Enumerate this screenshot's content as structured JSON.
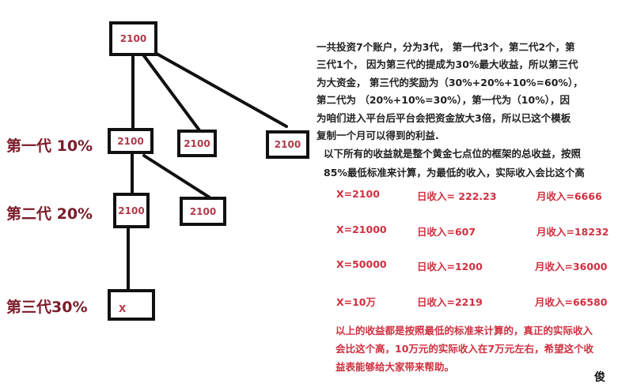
{
  "tree": {
    "root": "2100",
    "gen1": [
      "2100",
      "2100",
      "2100"
    ],
    "gen2": [
      "2100",
      "2100"
    ],
    "gen3": [
      "X"
    ]
  },
  "generation_labels": [
    "第一代 10%",
    "第二代 20%",
    "第三代30%"
  ],
  "intro_lines": [
    "一共投资7个账户，分为3代， 第一代3个，第二代2个，第",
    "三代1个， 因为第三代的提成为30%最大收益，所以第三代",
    "为大资金， 第三代的奖励为（30%+20%+10%=60%），",
    "第二代为 （20%+10%=30%），第一代为（10%），因",
    "为咱们进入平台后平台会把资金放大3倍，所以已这个模板",
    "复制一个月可以得到的利益."
  ],
  "basis_lines": [
    "以下所有的收益就是整个黄金七点位的框架的总收益，按照",
    "85%最低标准来计算，为最低的收入，实际收入会比这个高"
  ],
  "income_rows": [
    {
      "x": "X=2100",
      "daily": "日收入= 222.23",
      "monthly": "月收入=6666"
    },
    {
      "x": "X=21000",
      "daily": "日收入=607",
      "monthly": "月收入=18232"
    },
    {
      "x": "X=50000",
      "daily": "日收入=1200",
      "monthly": "月收入=36000"
    },
    {
      "x": "X=10万",
      "daily": "日收入=2219",
      "monthly": "月收入=66580"
    }
  ],
  "footer_lines": [
    "以上的收益都是按照最低的标准来计算的，真正的实际收入",
    "会比这个高，10万元的实际收入在7万元左右，希望这个收",
    "益表能够给大家带来帮助。"
  ],
  "signature": "俊"
}
